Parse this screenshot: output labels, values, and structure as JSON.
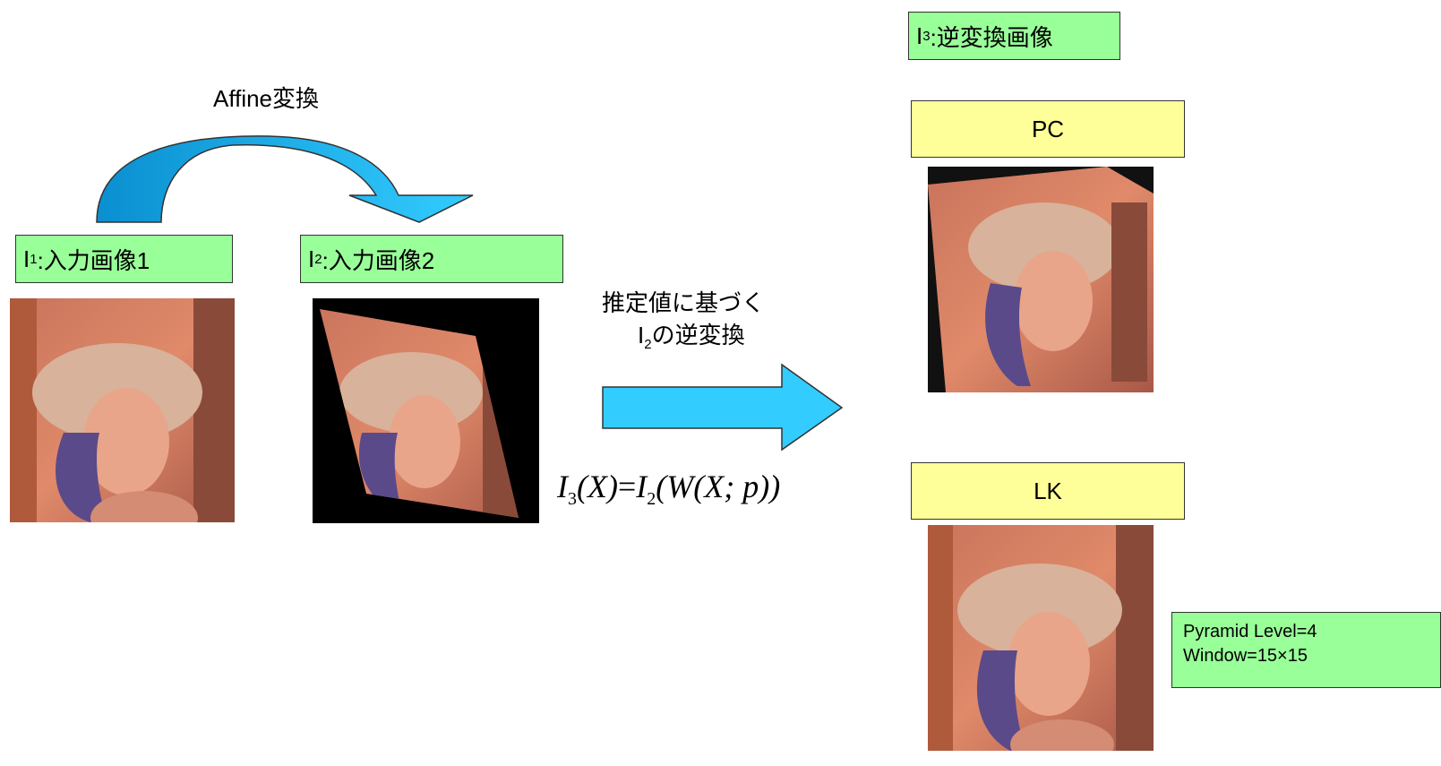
{
  "affine_label": "Affine変換",
  "input1": {
    "var": "I",
    "sub": "1",
    "text": ":入力画像1"
  },
  "input2": {
    "var": "I",
    "sub": "2",
    "text": ":入力画像2"
  },
  "output": {
    "var": "I",
    "sub": "3",
    "text": " :逆変換画像"
  },
  "transform_caption": {
    "line1": "推定値に基づく",
    "line2_var": "I",
    "line2_sub": "2",
    "line2_text": "の逆変換"
  },
  "formula": {
    "lhs_var": "I",
    "lhs_sub": "3",
    "lhs_arg": "(X)",
    "eq": "=",
    "rhs_var": "I",
    "rhs_sub": "2",
    "rhs_arg": "(W(X; p))"
  },
  "methods": {
    "pc": "PC",
    "lk": "LK"
  },
  "lk_params": {
    "line1": "Pyramid Level=4",
    "line2": "Window=15×15"
  },
  "colors": {
    "label_green": "#99ff99",
    "label_yellow": "#ffff99",
    "arrow_blue": "#33ccff",
    "arrow_dark": "#0099dd"
  }
}
